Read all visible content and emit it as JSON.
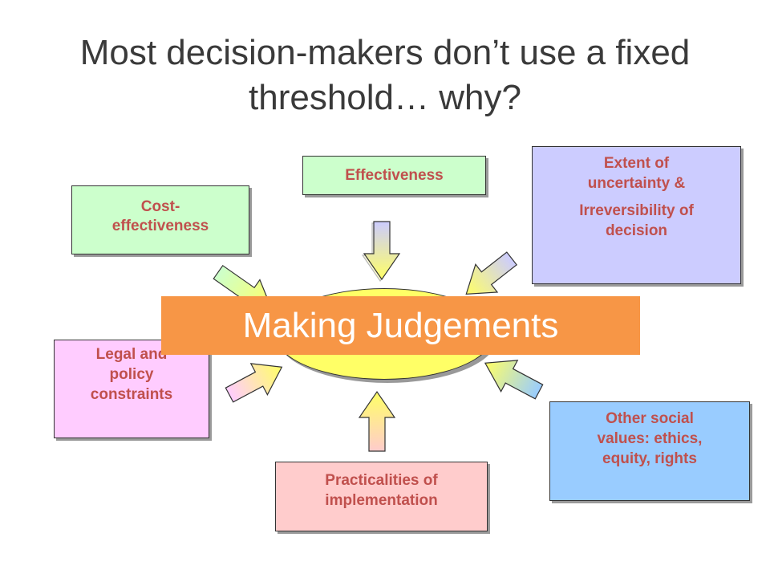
{
  "title": {
    "line1": "Most decision-makers don’t use a fixed",
    "line2": "threshold… why?"
  },
  "center": {
    "label": "Making Judgements"
  },
  "factors": {
    "effectiveness": {
      "lines": [
        "Effectiveness"
      ],
      "color": "#ccffcc"
    },
    "cost_effectiveness": {
      "lines": [
        "Cost-",
        "effectiveness"
      ],
      "color": "#ccffcc"
    },
    "uncertainty": {
      "lines": [
        "Extent of",
        "uncertainty &",
        "Irreversibility of",
        "decision"
      ],
      "color": "#ccccff"
    },
    "legal": {
      "lines": [
        "Legal and",
        "policy",
        "constraints"
      ],
      "color": "#ffccff"
    },
    "social": {
      "lines": [
        "Other social",
        "values: ethics,",
        "equity, rights"
      ],
      "color": "#99ccff"
    },
    "practicalities": {
      "lines": [
        "Practicalities of",
        "implementation"
      ],
      "color": "#ffcccc"
    }
  },
  "colors": {
    "ellipse": "#ffff66",
    "banner": "#f79646",
    "factor_text": "#c0504d",
    "arrow_tip": "#ffff66"
  }
}
